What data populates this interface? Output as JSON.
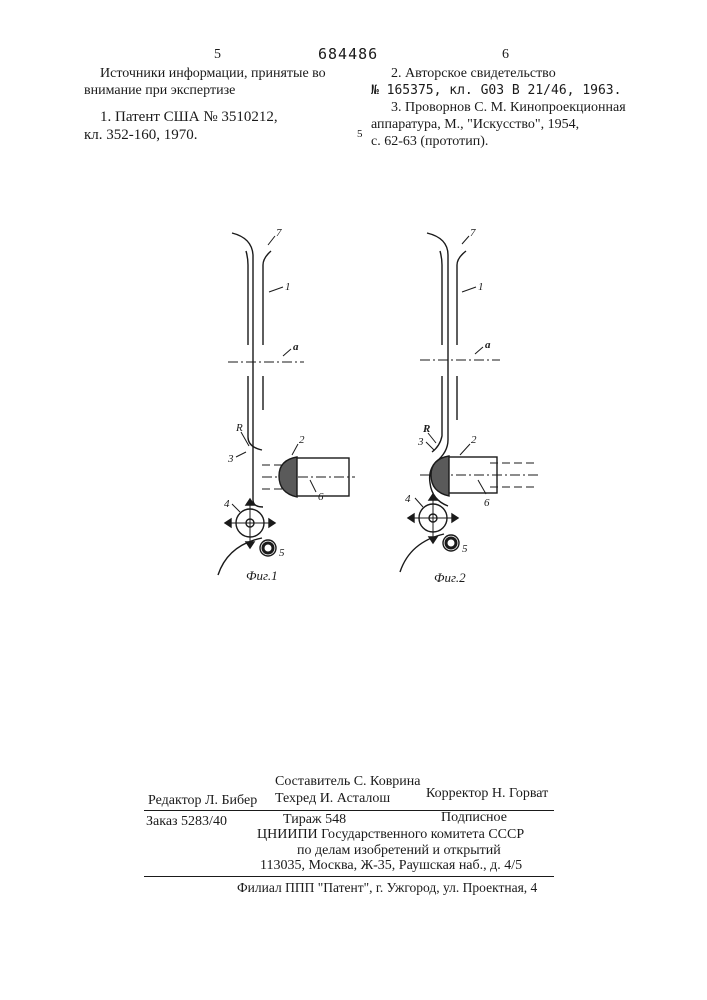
{
  "header": {
    "page_left": "5",
    "patent_number": "684486",
    "page_right": "6"
  },
  "left_column": {
    "sources_line1": "Источники информации, принятые во",
    "sources_line2": "внимание при экспертизе",
    "ref1_line1": "1. Патент США № 3510212,",
    "ref1_line2": "кл. 352-160, 1970."
  },
  "right_column": {
    "ref2_line1": "2. Авторское свидетельство",
    "ref2_line2": "№ 165375, кл. G03 B 21/46, 1963.",
    "ref3_line1": "3. Проворнов С. М. Кинопроекционная",
    "ref3_line2": "аппаратура, М., \"Искусство\", 1954,",
    "ref3_line3": "с. 62-63 (прототип).",
    "line_marker": "5"
  },
  "figures": {
    "fig1": {
      "caption": "Фиг.1",
      "labels": {
        "film": "7",
        "channel": "1",
        "axis": "a",
        "radius": "R",
        "edge": "3",
        "lens": "2",
        "barrel": "6",
        "sprocket": "4",
        "roller": "5"
      }
    },
    "fig2": {
      "caption": "Фиг.2",
      "labels": {
        "film": "7",
        "channel": "1",
        "axis": "a",
        "radius": "R",
        "edge": "3",
        "lens": "2",
        "barrel": "6",
        "sprocket": "4",
        "roller": "5"
      }
    }
  },
  "imprint": {
    "compiler": "Составитель С. Коврина",
    "editor": "Редактор Л. Бибер",
    "techred": "Техред И. Асталош",
    "corrector": "Корректор Н. Горват",
    "order": "Заказ 5283/40",
    "circulation": "Тираж 548",
    "subscription": "Подписное",
    "org_line1": "ЦНИИПИ Государственного комитета СССР",
    "org_line2": "по делам изобретений и открытий",
    "address": "113035, Москва, Ж-35, Раушская наб., д. 4/5",
    "branch": "Филиал ППП \"Патент\", г. Ужгород, ул. Проектная, 4"
  }
}
